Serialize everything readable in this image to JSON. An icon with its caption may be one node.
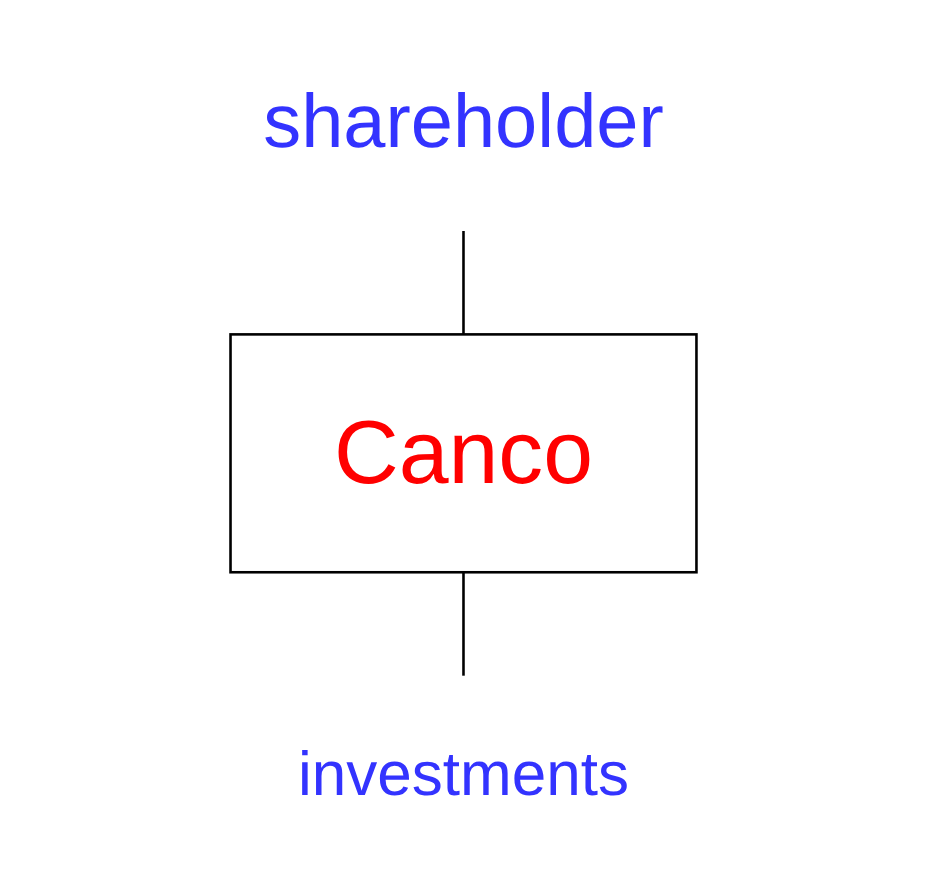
{
  "diagram": {
    "nodes": [
      {
        "text": [
          "shareholder"
        ]
      },
      {
        "text": [
          "Canco"
        ]
      },
      {
        "text": [
          "investments"
        ]
      }
    ],
    "edges": [
      {
        "from": 0,
        "to": 1,
        "arrow": "none"
      },
      {
        "from": 1,
        "to": 2,
        "arrow": "none"
      }
    ]
  }
}
